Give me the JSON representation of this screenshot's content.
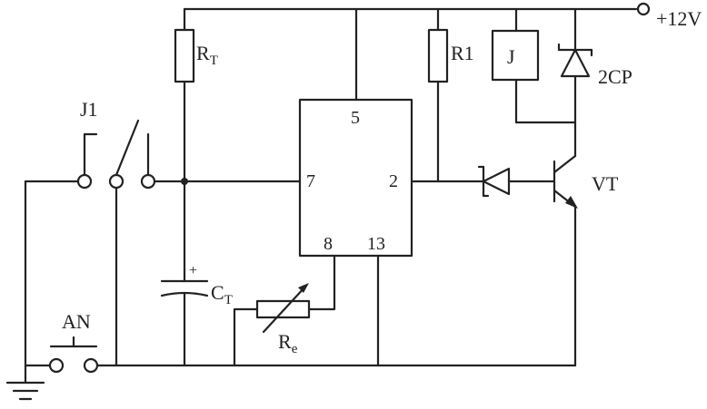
{
  "labels": {
    "supply": "+12V",
    "relay_contact": "J1",
    "rt_main": "R",
    "rt_sub": "T",
    "r1": "R1",
    "relay_coil": "J",
    "zener": "2CP",
    "transistor": "VT",
    "ct_main": "C",
    "ct_sub": "T",
    "ct_polarity": "+",
    "button": "AN",
    "re_main": "R",
    "re_sub": "e"
  },
  "ic_pins": {
    "vcc": "5",
    "threshold": "7",
    "output": "2",
    "control": "8",
    "ground": "13"
  }
}
